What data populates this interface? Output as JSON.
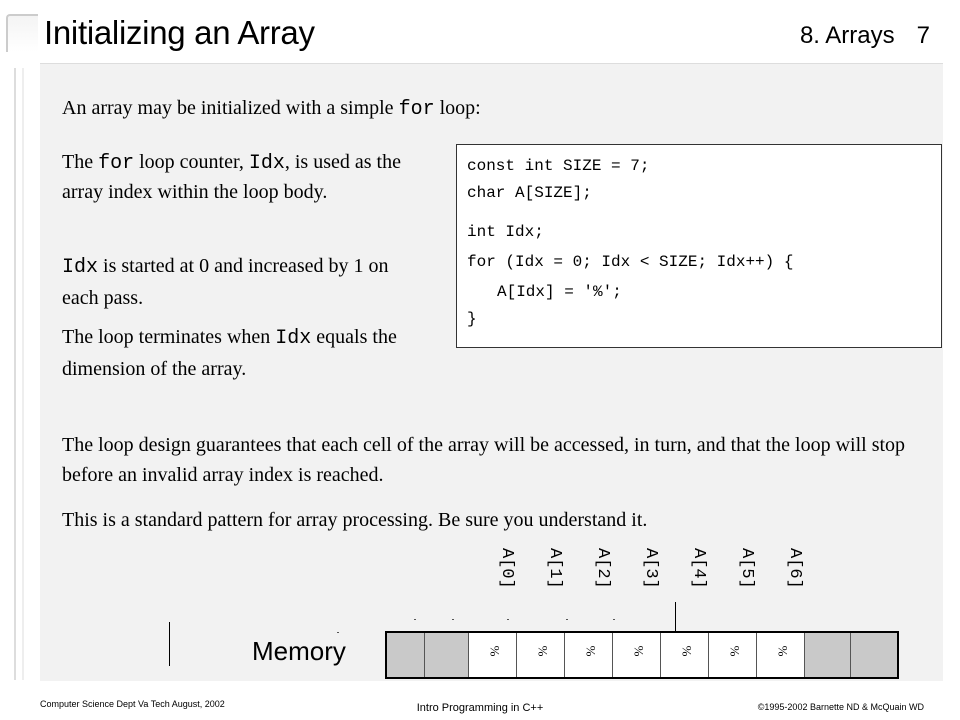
{
  "header": {
    "title": "Initializing an Array",
    "section": "8. Arrays",
    "page": "7"
  },
  "intro": {
    "pre": "An array may be initialized with a simple ",
    "code": "for",
    "post": " loop:"
  },
  "bullets": [
    {
      "a": "The ",
      "b": "for",
      "c": " loop counter, ",
      "d": "Idx",
      "e": ", is used as the array index within the loop body."
    },
    {
      "a": "Idx",
      "b": " is started at 0 and increased by 1 on each pass."
    },
    {
      "a": "The loop terminates when ",
      "b": "Idx",
      "c": " equals the dimension of the array."
    }
  ],
  "code": [
    "const int SIZE = 7;",
    "char A[SIZE];",
    "int Idx;",
    "for (Idx = 0; Idx < SIZE; Idx++) {",
    "A[Idx] = '%';",
    "}"
  ],
  "para1": "The loop design guarantees that each cell of the array will be accessed, in turn, and that the loop will stop before an invalid array index is reached.",
  "para2": "This is a standard pattern for array processing.  Be sure you understand it.",
  "diagram": {
    "labels": [
      "A[0]",
      "A[1]",
      "A[2]",
      "A[3]",
      "A[4]",
      "A[5]",
      "A[6]"
    ],
    "memory_label": "Memory",
    "cells": [
      "",
      "",
      "%",
      "%",
      "%",
      "%",
      "%",
      "%",
      "%",
      "",
      ""
    ]
  },
  "footer": {
    "left": "Computer Science Dept Va Tech  August, 2002",
    "center": "Intro Programming in C++",
    "right": "©1995-2002  Barnette ND & McQuain WD"
  }
}
